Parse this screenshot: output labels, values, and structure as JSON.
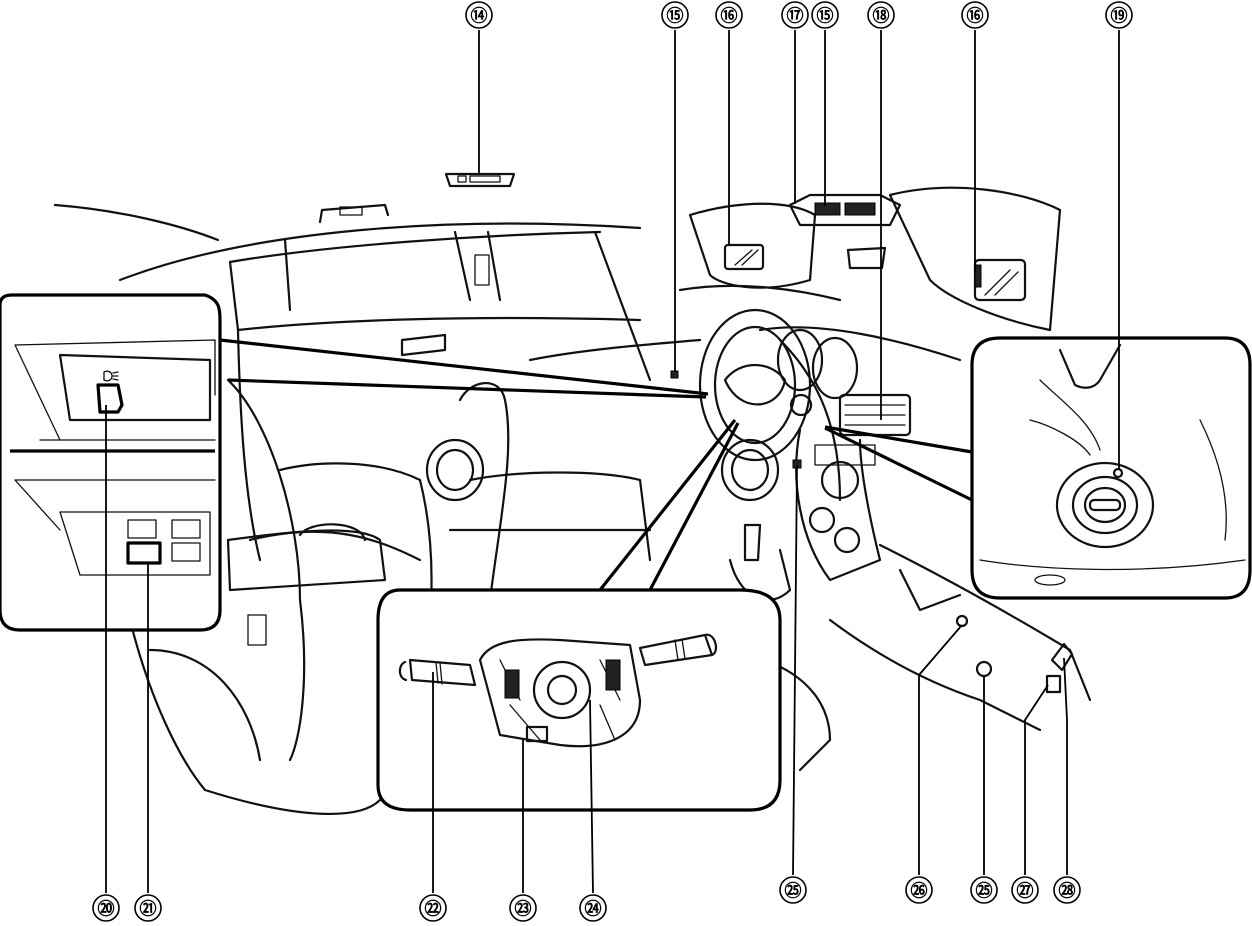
{
  "callouts": [
    {
      "id": "c14",
      "label": "⑭"
    },
    {
      "id": "c15a",
      "label": "⑮"
    },
    {
      "id": "c16a",
      "label": "⑯"
    },
    {
      "id": "c17",
      "label": "⑰"
    },
    {
      "id": "c15b",
      "label": "⑮"
    },
    {
      "id": "c18",
      "label": "⑱"
    },
    {
      "id": "c16b",
      "label": "⑯"
    },
    {
      "id": "c19",
      "label": "⑲"
    },
    {
      "id": "c20",
      "label": "⑳"
    },
    {
      "id": "c21",
      "label": "㉑"
    },
    {
      "id": "c22",
      "label": "㉒"
    },
    {
      "id": "c23",
      "label": "㉓"
    },
    {
      "id": "c24",
      "label": "㉔"
    },
    {
      "id": "c25a",
      "label": "㉕"
    },
    {
      "id": "c26",
      "label": "㉖"
    },
    {
      "id": "c25b",
      "label": "㉕"
    },
    {
      "id": "c27",
      "label": "㉗"
    },
    {
      "id": "c28",
      "label": "㉘"
    }
  ],
  "colors": {
    "ink": "#000000",
    "paper": "#ffffff"
  },
  "icons": {
    "headlight_switch": "headlight-leveling-icon"
  }
}
